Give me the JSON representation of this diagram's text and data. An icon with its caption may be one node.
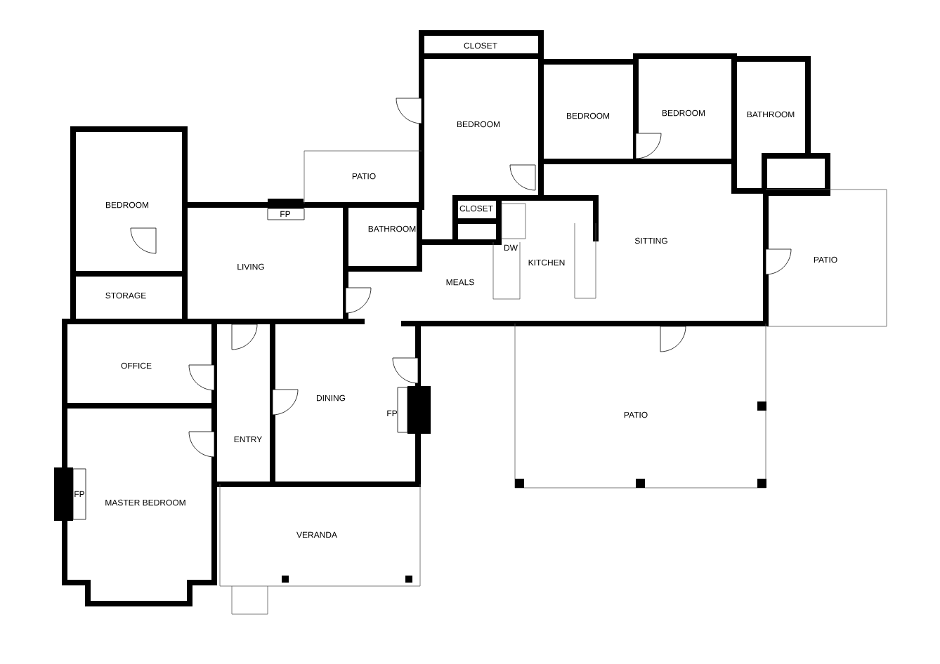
{
  "diagram": {
    "labels": [
      "CLOSET",
      "BEDROOM",
      "BEDROOM",
      "BATHROOM",
      "BEDROOM",
      "PATIO",
      "BEDROOM",
      "CLOSET",
      "FP",
      "BATHROOM",
      "SITTING",
      "DW",
      "KITCHEN",
      "PATIO",
      "LIVING",
      "MEALS",
      "STORAGE",
      "OFFICE",
      "DINING",
      "FP",
      "PATIO",
      "ENTRY",
      "FP",
      "MASTER BEDROOM",
      "VERANDA"
    ]
  }
}
